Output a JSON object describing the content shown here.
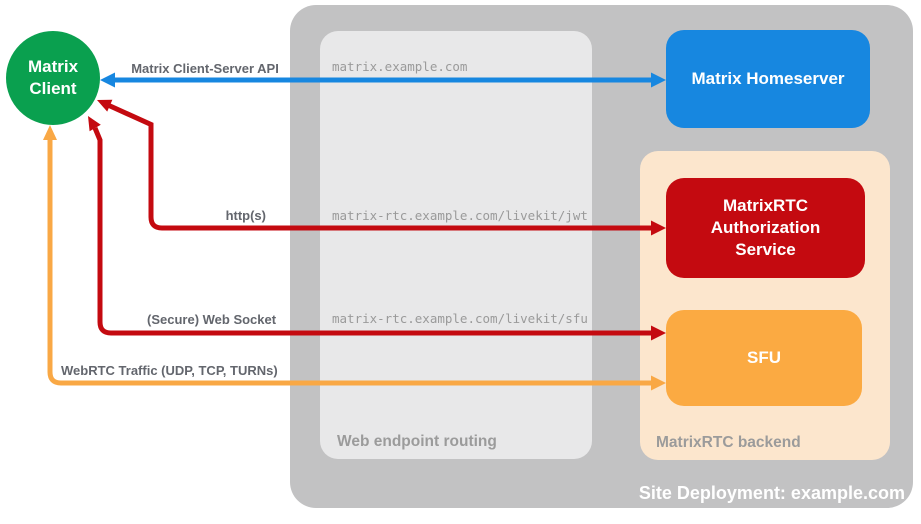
{
  "colors": {
    "green": "#0aa04f",
    "blue": "#1787e0",
    "red": "#c40a10",
    "orange": "#fbaa42",
    "orange_arrow": "#f9a845",
    "peach": "#fce6cd",
    "container_gray": "#c2c2c3",
    "routing_gray": "#e8e8e9",
    "label_gray": "#9b9b9b",
    "arrow_label_gray": "#63666d",
    "endpoint_gray": "#9a9a9a"
  },
  "nodes": {
    "client": "Matrix Client",
    "homeserver": "Matrix Homeserver",
    "auth_service": "MatrixRTC Authorization Service",
    "sfu": "SFU"
  },
  "containers": {
    "deployment_title": "Site Deployment: example.com",
    "routing_title": "Web endpoint routing",
    "backend_title": "MatrixRTC backend"
  },
  "endpoints": {
    "homeserver": "matrix.example.com",
    "jwt": "matrix-rtc.example.com/livekit/jwt",
    "sfu": "matrix-rtc.example.com/livekit/sfu"
  },
  "arrows": {
    "client_server_api": "Matrix Client-Server API",
    "http": "http(s)",
    "websocket": "(Secure) Web Socket",
    "webrtc": "WebRTC Traffic (UDP, TCP, TURNs)"
  }
}
